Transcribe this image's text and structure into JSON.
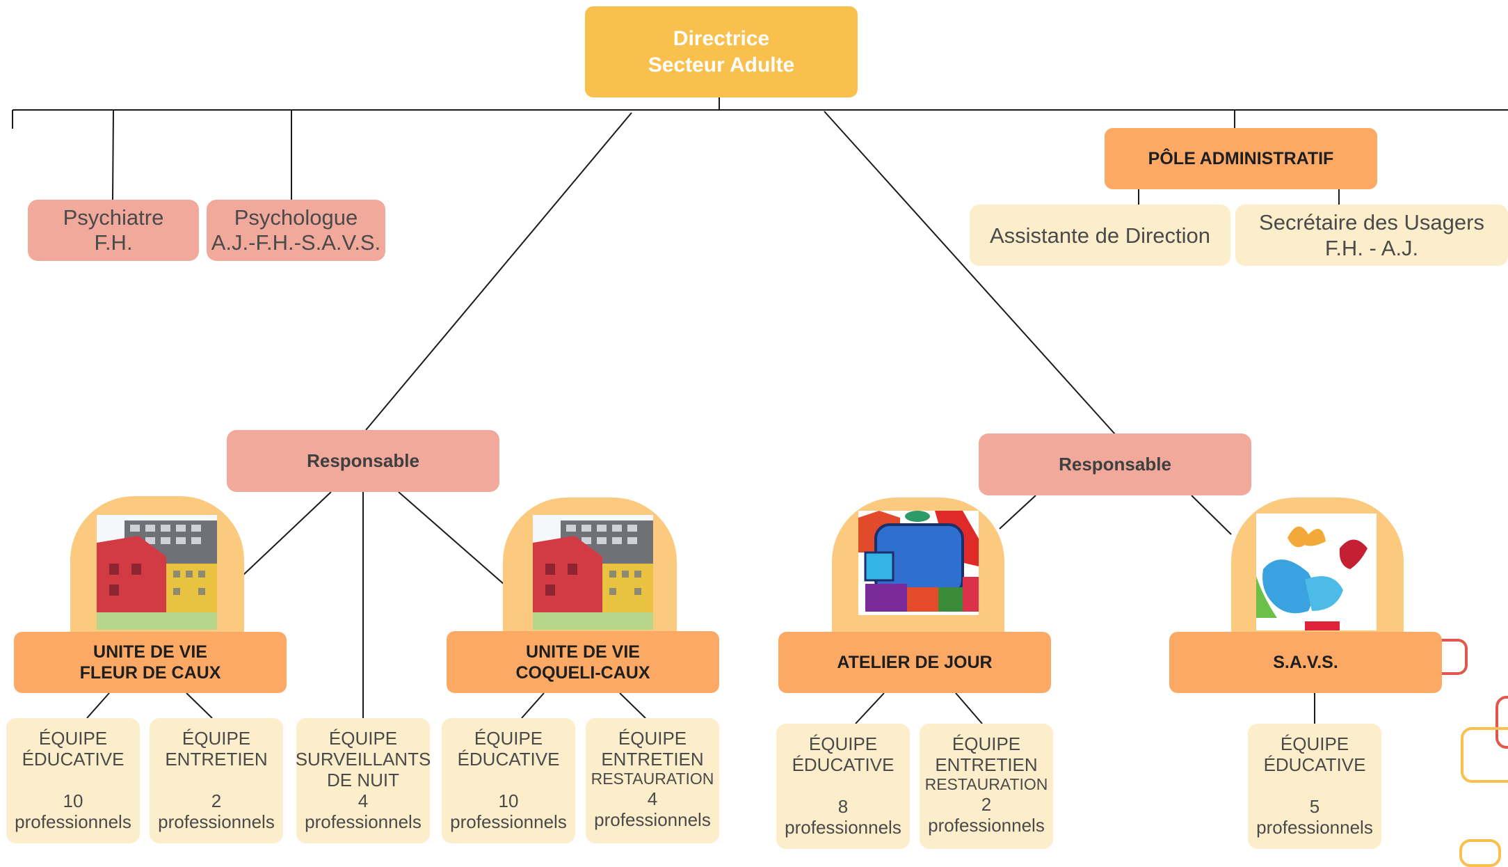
{
  "director": {
    "line1": "Directrice",
    "line2": "Secteur Adulte"
  },
  "left_staff": [
    {
      "line1": "Psychiatre",
      "line2": "F.H."
    },
    {
      "line1": "Psychologue",
      "line2": "A.J.-F.H.-S.A.V.S."
    }
  ],
  "admin": {
    "title": "PÔLE ADMINISTRATIF",
    "assistant": "Assistante de Direction",
    "secretary_line1": "Secrétaire des Usagers",
    "secretary_line2": "F.H. - A.J."
  },
  "responsables": {
    "left": "Responsable",
    "right": "Responsable"
  },
  "units": [
    {
      "line1": "UNITE DE VIE",
      "line2": "FLEUR DE CAUX"
    },
    {
      "line1": "UNITE DE VIE",
      "line2": "COQUELI-CAUX"
    },
    {
      "line1": "ATELIER DE JOUR"
    },
    {
      "line1": "S.A.V.S."
    }
  ],
  "teams": [
    {
      "l1": "ÉQUIPE",
      "l2": "ÉDUCATIVE",
      "count": "10",
      "unit": "professionnels"
    },
    {
      "l1": "ÉQUIPE",
      "l2": "ENTRETIEN",
      "count": "2",
      "unit": "professionnels"
    },
    {
      "l1": "ÉQUIPE",
      "l2": "SURVEILLANTS",
      "l3": "DE NUIT",
      "count": "4",
      "unit": "professionnels"
    },
    {
      "l1": "ÉQUIPE",
      "l2": "ÉDUCATIVE",
      "count": "10",
      "unit": "professionnels"
    },
    {
      "l1": "ÉQUIPE",
      "l2": "ENTRETIEN",
      "l3": "RESTAURATION",
      "count": "4",
      "unit": "professionnels"
    },
    {
      "l1": "ÉQUIPE",
      "l2": "ÉDUCATIVE",
      "count": "8",
      "unit": "professionnels"
    },
    {
      "l1": "ÉQUIPE",
      "l2": "ENTRETIEN",
      "l3": "RESTAURATION",
      "count": "2",
      "unit": "professionnels"
    },
    {
      "l1": "ÉQUIPE",
      "l2": "ÉDUCATIVE",
      "count": "5",
      "unit": "professionnels"
    }
  ],
  "colors": {
    "director": "#f9c04d",
    "unit": "#fba964",
    "responsable": "#f0a99b",
    "cream": "#fdeecb",
    "arch": "#fcca7e",
    "accent_red": "#e2574c"
  },
  "icons": [
    "building-photo",
    "building-photo",
    "child-drawing",
    "butterfly-drawing"
  ]
}
